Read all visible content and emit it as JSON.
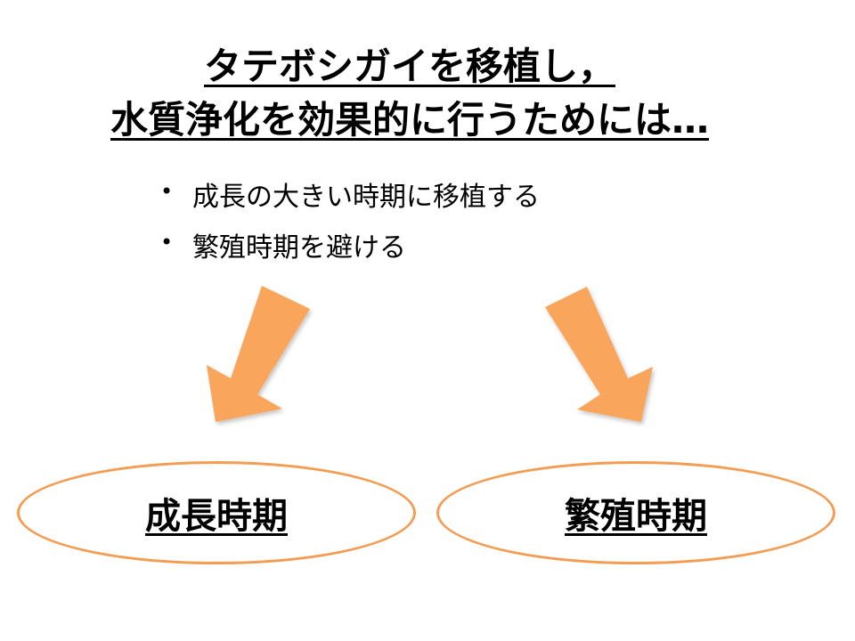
{
  "title": {
    "line1": "タテボシガイを移植し，",
    "line2": "水質浄化を効果的に行うためには…"
  },
  "bullets": [
    "成長の大きい時期に移植する",
    "繁殖時期を避ける"
  ],
  "bullet_glyph": "•",
  "nodes": {
    "left": "成長時期",
    "right": "繁殖時期"
  },
  "colors": {
    "arrow_fill": "#f9a55b",
    "ellipse_border": "#f49c52",
    "text": "#000000",
    "background": "#ffffff"
  }
}
